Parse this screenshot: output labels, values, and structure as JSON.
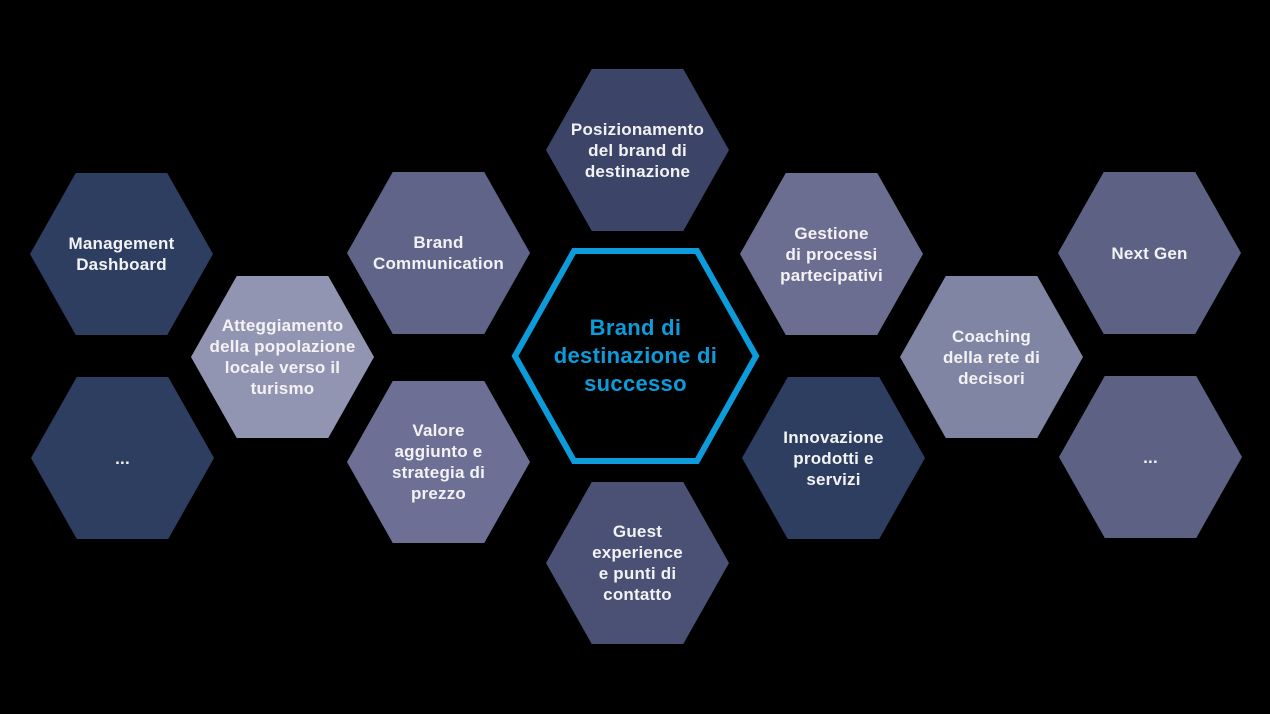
{
  "diagram_title": "Brand di destinazione di successo",
  "background_color": "#000000",
  "label_text_color": "#f3f3f5",
  "center_hexagon": {
    "label": "Brand di\ndestinazione di\nsuccesso",
    "border_color": "#0c9bdb",
    "text_color": "#0c9bdb"
  },
  "hexagons": [
    {
      "id": "management-dashboard",
      "label": "Management\nDashboard",
      "color": "#2d3e61"
    },
    {
      "id": "dots-left",
      "label": "...",
      "color": "#2d3e61"
    },
    {
      "id": "atteggiamento-popolazione",
      "label": "Atteggiamento\ndella popolazione\nlocale verso il\nturismo",
      "color": "#9295b2"
    },
    {
      "id": "brand-communication",
      "label": "Brand\nCommunication",
      "color": "#5f6488"
    },
    {
      "id": "valore-aggiunto",
      "label": "Valore\naggiunto e\nstrategia di\nprezzo",
      "color": "#6d7094"
    },
    {
      "id": "posizionamento-brand",
      "label": "Posizionamento\ndel brand di\ndestinazione",
      "color": "#3c4568"
    },
    {
      "id": "guest-experience",
      "label": "Guest\nexperience\ne punti di\ncontatto",
      "color": "#4a5175"
    },
    {
      "id": "gestione-processi",
      "label": "Gestione\ndi processi\npartecipativi",
      "color": "#6b6e90"
    },
    {
      "id": "innovazione-prodotti",
      "label": "Innovazione\nprodotti e\nservizi",
      "color": "#2d3e61"
    },
    {
      "id": "coaching-rete-decisori",
      "label": "Coaching\ndella rete di\ndecisori",
      "color": "#8085a4"
    },
    {
      "id": "next-gen",
      "label": "Next Gen",
      "color": "#5d6285"
    },
    {
      "id": "dots-right",
      "label": "...",
      "color": "#5d6285"
    }
  ]
}
